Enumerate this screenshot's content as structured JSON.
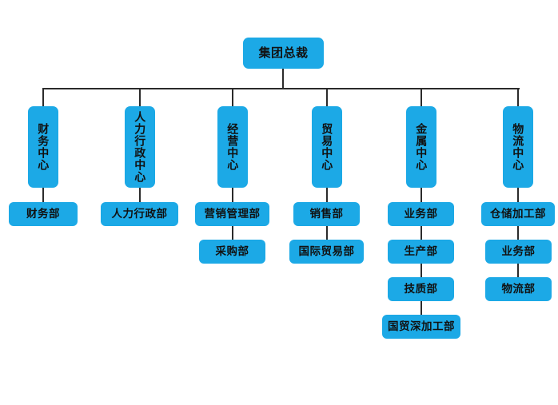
{
  "meta": {
    "title": "集团总裁",
    "colors": {
      "node_fill": "#1ca9e6",
      "connector": "#2b2b2b",
      "background": "#ffffff",
      "text": "#111111"
    }
  },
  "chart_data": {
    "type": "diagram",
    "diagram_type": "organization-chart",
    "orientation": "top-down",
    "root": {
      "label": "集团总裁"
    },
    "divisions": [
      {
        "label": "财务中心",
        "departments": [
          "财务部"
        ]
      },
      {
        "label": "人力行政中心",
        "departments": [
          "人力行政部"
        ]
      },
      {
        "label": "经营中心",
        "departments": [
          "营销管理部",
          "采购部"
        ]
      },
      {
        "label": "贸易中心",
        "departments": [
          "销售部",
          "国际贸易部"
        ]
      },
      {
        "label": "金属中心",
        "departments": [
          "业务部",
          "生产部",
          "技质部",
          "国贸深加工部"
        ]
      },
      {
        "label": "物流中心",
        "departments": [
          "仓储加工部",
          "业务部",
          "物流部"
        ]
      }
    ]
  },
  "nodes": {
    "root": "集团总裁",
    "center_0": "财务中心",
    "center_1": "人力行政中心",
    "center_2": "经营中心",
    "center_3": "贸易中心",
    "center_4": "金属中心",
    "center_5": "物流中心",
    "d0_0": "财务部",
    "d1_0": "人力行政部",
    "d2_0": "营销管理部",
    "d2_1": "采购部",
    "d3_0": "销售部",
    "d3_1": "国际贸易部",
    "d4_0": "业务部",
    "d4_1": "生产部",
    "d4_2": "技质部",
    "d4_3": "国贸深加工部",
    "d5_0": "仓储加工部",
    "d5_1": "业务部",
    "d5_2": "物流部"
  }
}
